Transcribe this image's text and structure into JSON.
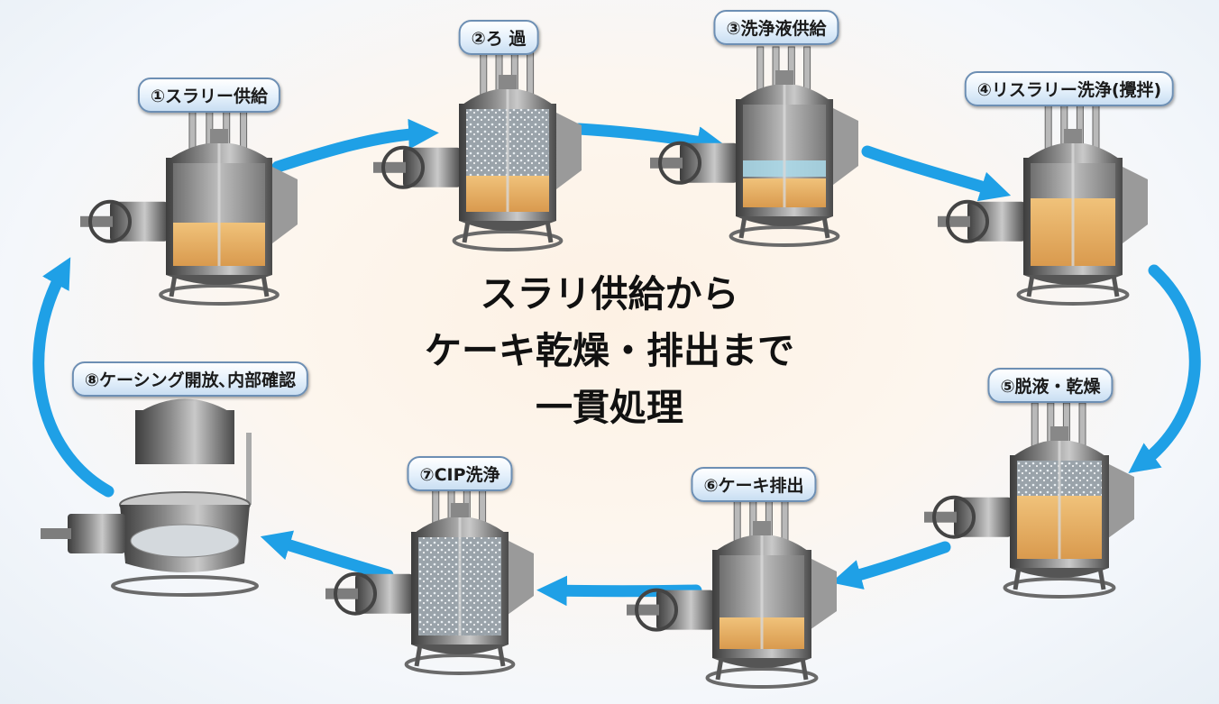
{
  "center_text": [
    "スラリ供給から",
    "ケーキ乾燥・排出まで",
    "一貫処理"
  ],
  "steps": [
    {
      "label": "①スラリー供給"
    },
    {
      "label": "②ろ 過"
    },
    {
      "label": "③洗浄液供給"
    },
    {
      "label": "④リスラリー洗浄(攪拌)"
    },
    {
      "label": "⑤脱液・乾燥"
    },
    {
      "label": "⑥ケーキ排出"
    },
    {
      "label": "⑦CIP洗浄"
    },
    {
      "label": "⑧ケーシング開放､内部確認"
    }
  ],
  "colors": {
    "arrow": "#1fa0e6",
    "cake": "#e8b466",
    "slurry": "#e0a35a",
    "wash_liquid": "#a9d9ea",
    "vessel_steel": "#5c5c5c",
    "label_border": "#6d8fb4"
  }
}
